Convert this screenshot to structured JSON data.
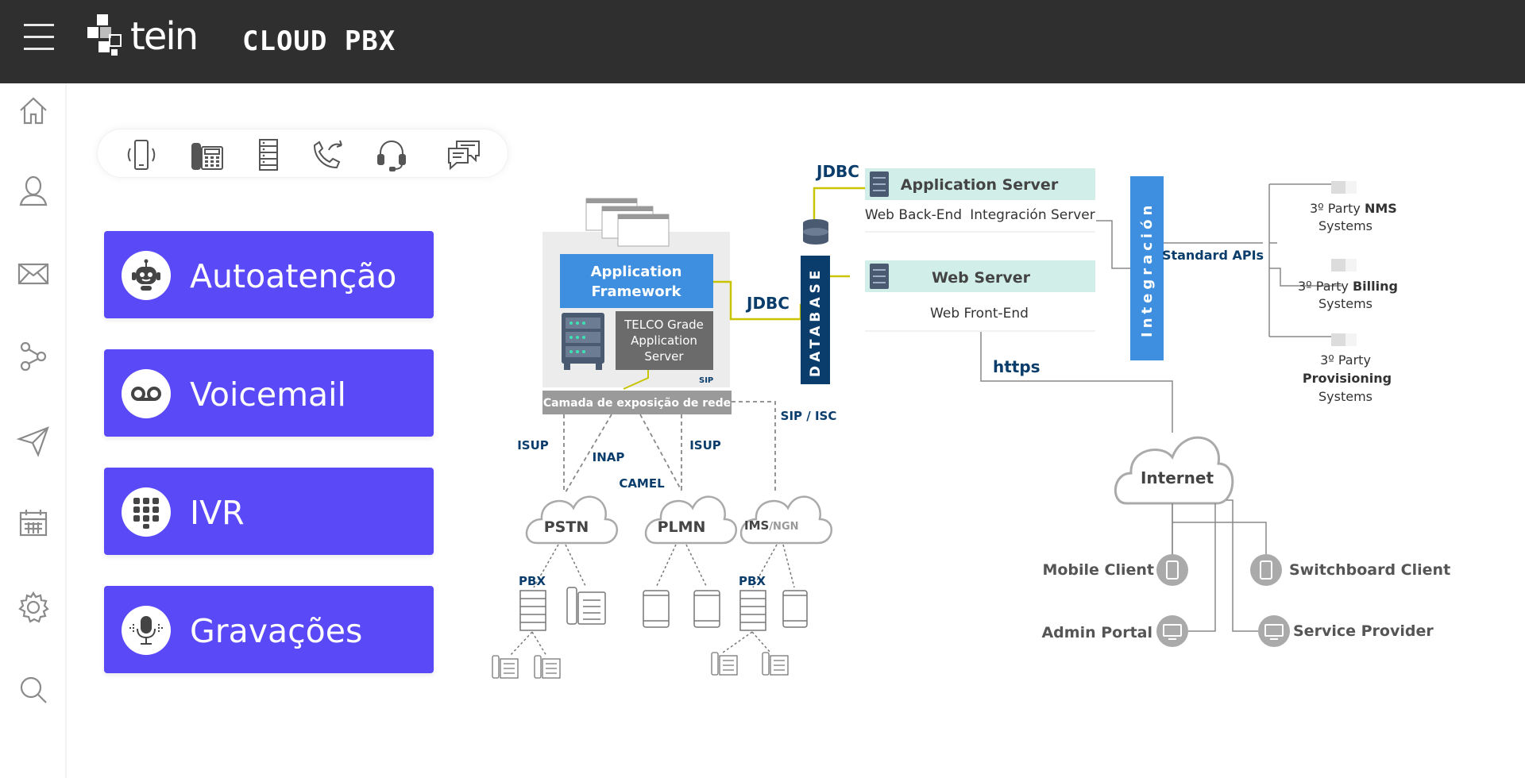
{
  "header": {
    "logo_text": "tein",
    "app_title": "CLOUD PBX"
  },
  "sidebar": {
    "items": [
      {
        "icon": "home-icon"
      },
      {
        "icon": "user-icon"
      },
      {
        "icon": "mail-icon"
      },
      {
        "icon": "flow-icon"
      },
      {
        "icon": "send-icon"
      },
      {
        "icon": "calendar-icon"
      },
      {
        "icon": "gear-icon"
      },
      {
        "icon": "search-icon"
      }
    ]
  },
  "channels": [
    {
      "icon": "mobile-vibrate-icon"
    },
    {
      "icon": "desk-phone-icon"
    },
    {
      "icon": "server-rack-icon"
    },
    {
      "icon": "call-forward-icon"
    },
    {
      "icon": "headset-icon"
    },
    {
      "icon": "chat-icon"
    }
  ],
  "features": [
    {
      "label": "Autoatenção",
      "icon": "robot-icon"
    },
    {
      "label": "Voicemail",
      "icon": "voicemail-icon"
    },
    {
      "label": "IVR",
      "icon": "keypad-icon"
    },
    {
      "label": "Gravações",
      "icon": "microphone-icon"
    }
  ],
  "colors": {
    "header_bg": "#2f2f2f",
    "feature_bg": "#5a49f6",
    "navy": "#0a3d6b",
    "app_framework": "#3f8fe0",
    "server_header": "#d1efe8",
    "integration": "#3f8fe0",
    "yellow_link": "#c9c400"
  },
  "diagram": {
    "jdbc_top": "JDBC",
    "app_server": "Application Server",
    "web_back_end": "Web Back-End",
    "integracion_server": "Integración Server",
    "web_server": "Web Server",
    "web_front_end": "Web Front-End",
    "database": "DATABASE",
    "integracion": "Integración",
    "standard_apis": "Standard APIs",
    "jdbc_left": "JDBC",
    "https": "https",
    "framework_line1": "Application",
    "framework_line2": "Framework",
    "telco_line1": "TELCO Grade",
    "telco_line2": "Application",
    "telco_line3": "Server",
    "sip_small": "SIP",
    "camada": "Camada de exposição de rede",
    "sip_isc": "SIP / ISC",
    "isup1": "ISUP",
    "inap": "INAP",
    "isup2": "ISUP",
    "camel": "CAMEL",
    "pstn": "PSTN",
    "plmn": "PLMN",
    "ims": "IMS",
    "ngn": "/NGN",
    "pbx1": "PBX",
    "pbx2": "PBX",
    "internet": "Internet",
    "mobile_client": "Mobile Client",
    "switchboard_client": "Switchboard Client",
    "admin_portal": "Admin Portal",
    "service_provider": "Service Provider",
    "nms_prefix": "3º Party ",
    "nms_bold": "NMS",
    "nms_systems": "Systems",
    "billing_prefix": "3º Party ",
    "billing_bold": "Billing",
    "billing_systems": "Systems",
    "prov_prefix": "3º Party",
    "prov_bold": "Provisioning",
    "prov_systems": "Systems"
  }
}
